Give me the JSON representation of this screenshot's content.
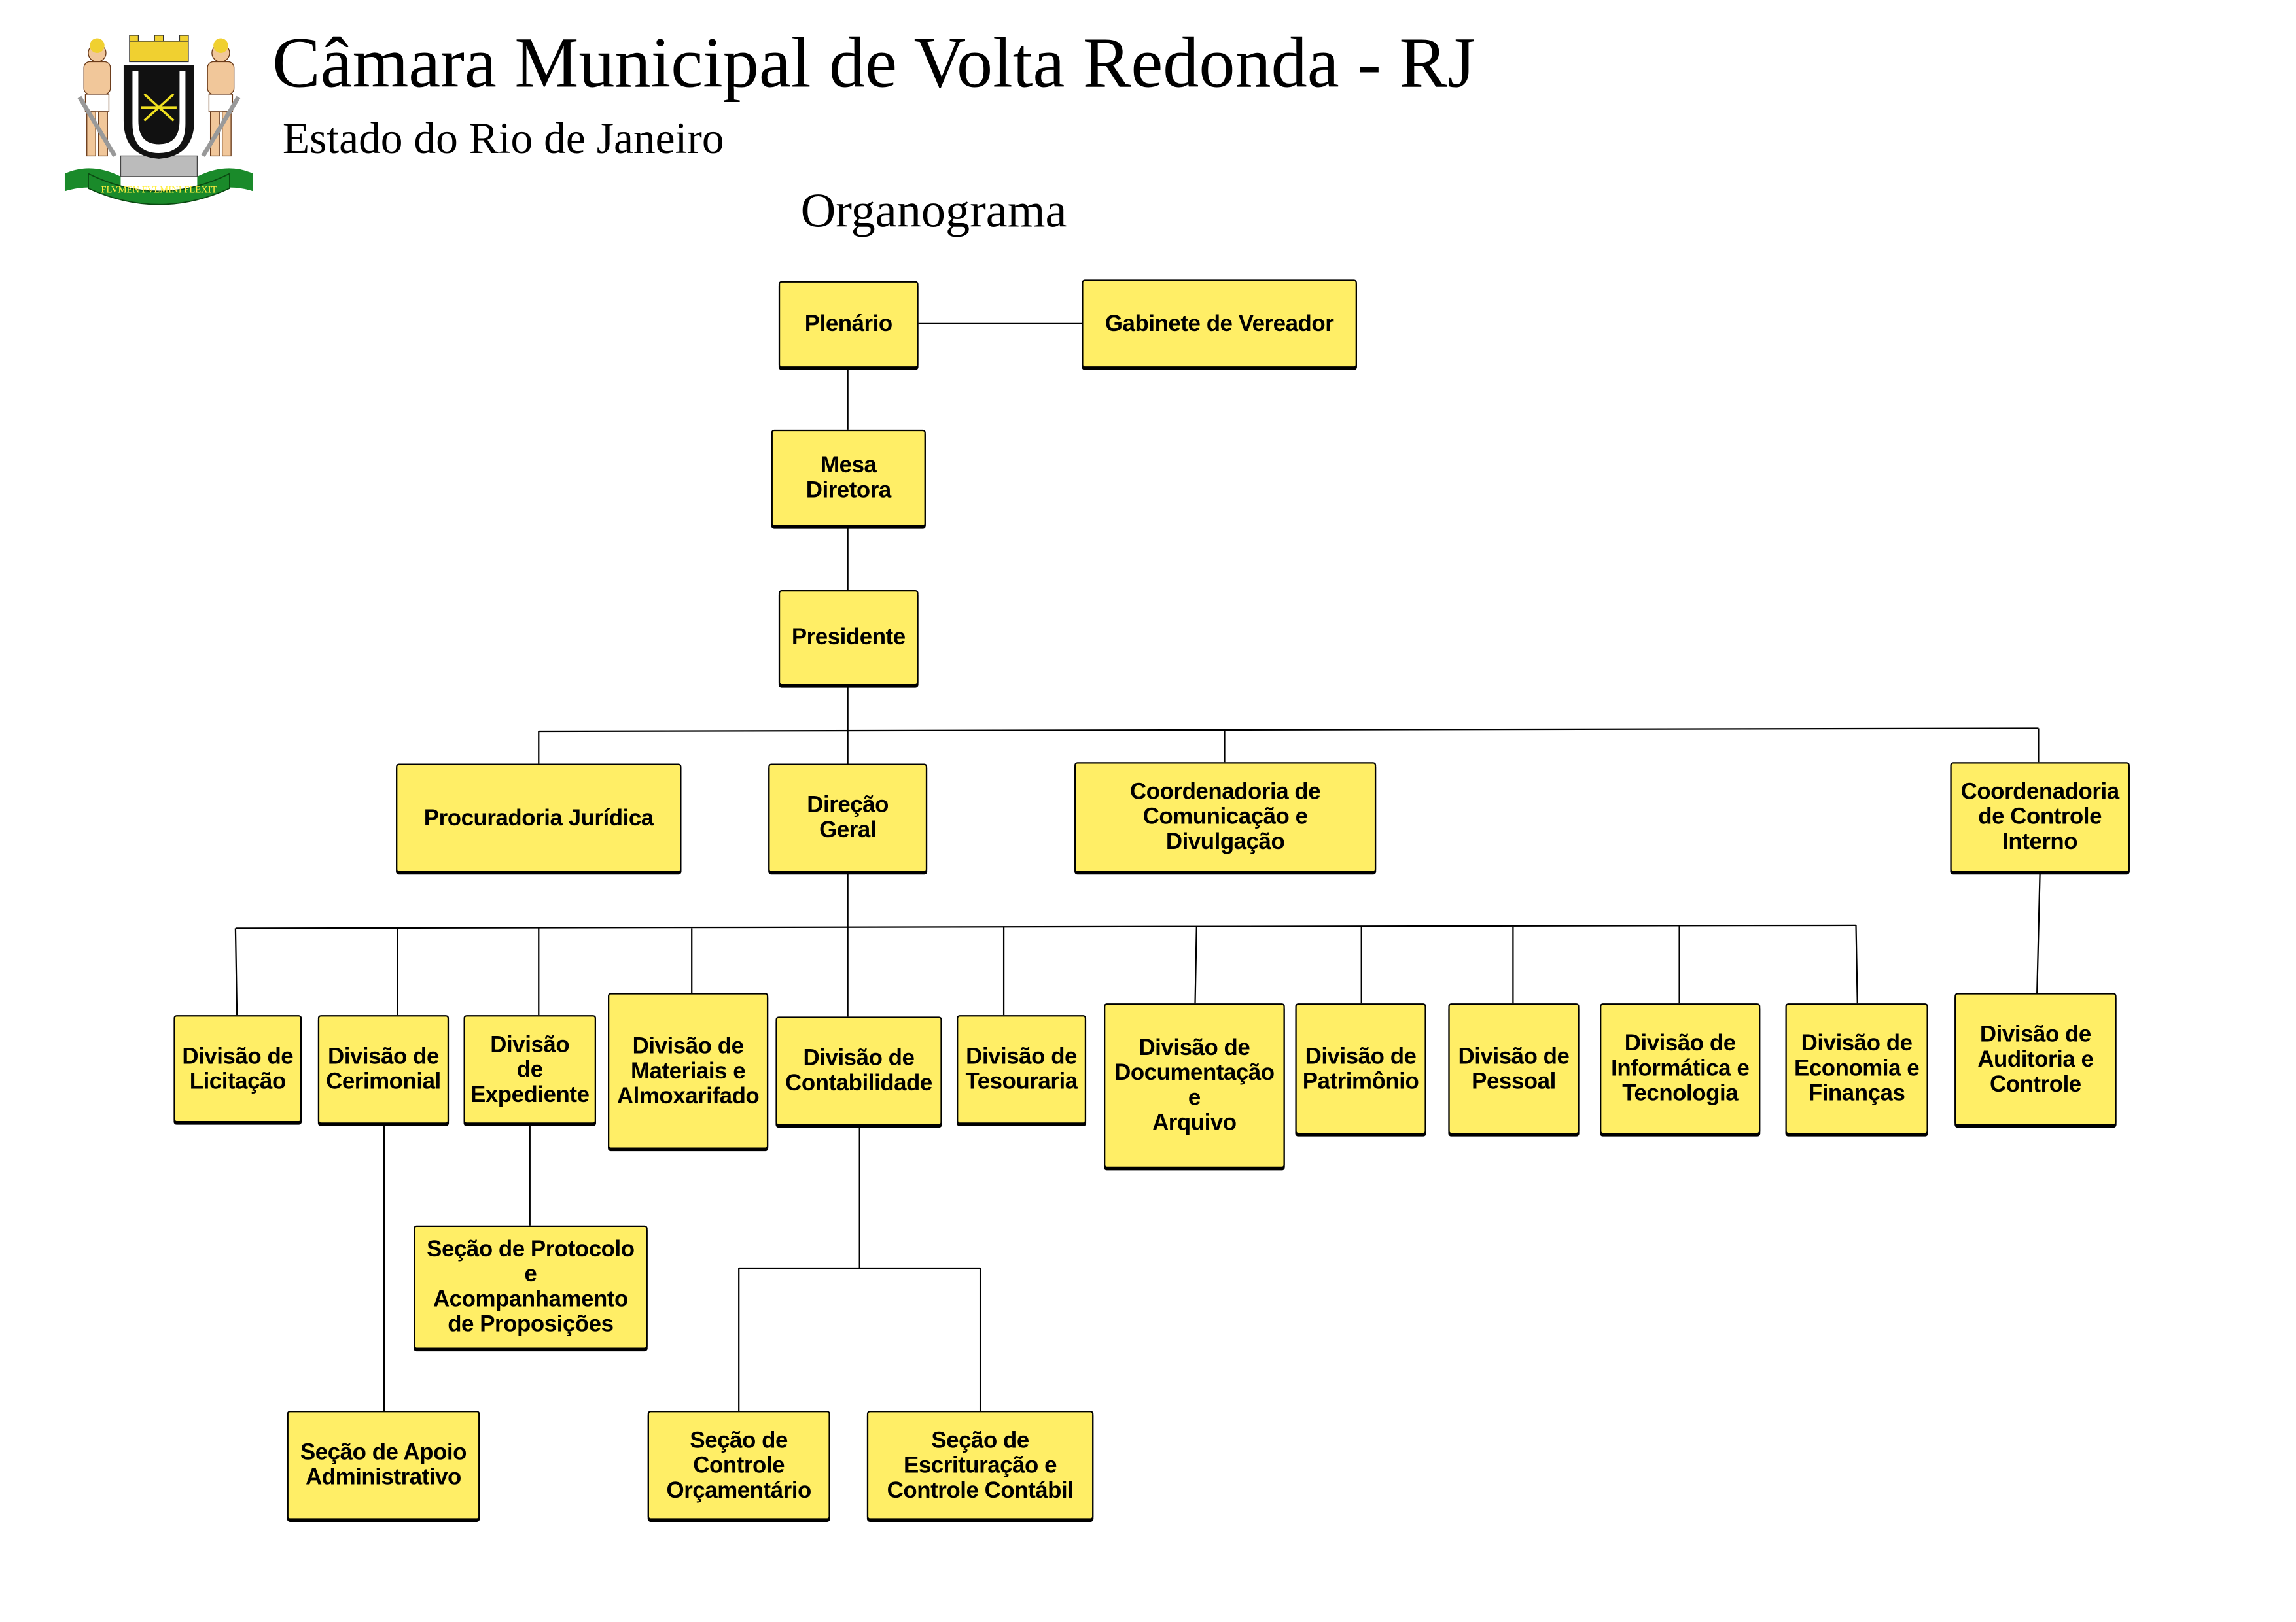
{
  "header": {
    "title": "Câmara Municipal de Volta Redonda - RJ",
    "subtitle": "Estado do Rio de Janeiro",
    "chart_title": "Organograma",
    "logo_motto": "FLVMEN FVLMINI FLEXIT"
  },
  "colors": {
    "box_fill": "#FFEE66",
    "line": "#000000"
  },
  "nodes": {
    "plenario": "Plenário",
    "gabinete": "Gabinete de Vereador",
    "mesa": "Mesa\nDiretora",
    "presidente": "Presidente",
    "procuradoria": "Procuradoria Jurídica",
    "direcao": "Direção\nGeral",
    "comunicacao": "Coordenadoria de\nComunicação e\nDivulgação",
    "controle_interno": "Coordenadoria\nde Controle\nInterno",
    "licitacao": "Divisão de\nLicitação",
    "cerimonial": "Divisão de\nCerimonial",
    "expediente": "Divisão\nde\nExpediente",
    "materiais": "Divisão de\nMateriais e\nAlmoxarifado",
    "contabilidade": "Divisão de\nContabilidade",
    "tesouraria": "Divisão de\nTesouraria",
    "documentacao": "Divisão de\nDocumentação\ne\nArquivo",
    "patrimonio": "Divisão de\nPatrimônio",
    "pessoal": "Divisão de\nPessoal",
    "informatica": "Divisão de\nInformática e\nTecnologia",
    "economia": "Divisão de\nEconomia e\nFinanças",
    "auditoria": "Divisão de\nAuditoria e\nControle",
    "protocolo": "Seção de Protocolo\ne\nAcompanhamento\nde Proposições",
    "apoio": "Seção de Apoio\nAdministrativo",
    "orcamentario": "Seção de\nControle\nOrçamentário",
    "escrituracao": "Seção de\nEscrituração e\nControle Contábil"
  }
}
